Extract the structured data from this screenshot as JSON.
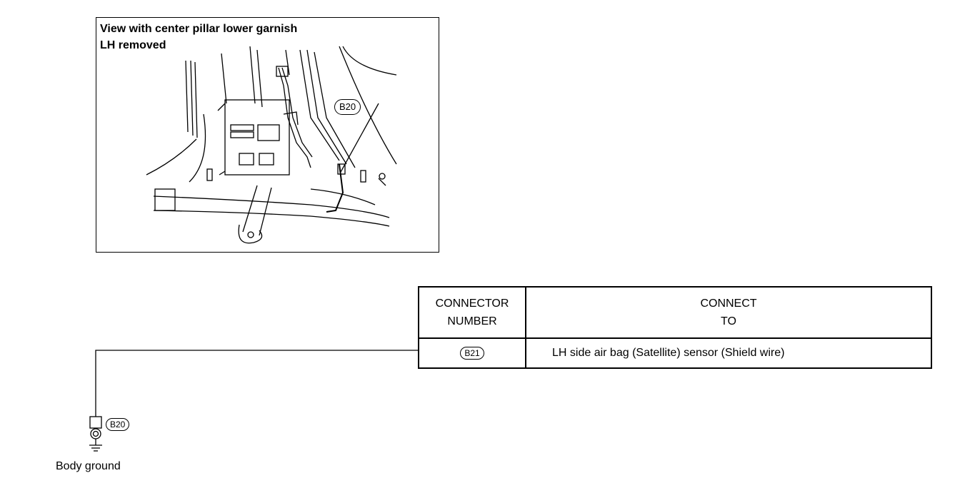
{
  "view": {
    "caption_line1": "View with center pillar lower garnish",
    "caption_line2": "LH removed",
    "callout": "B20"
  },
  "table": {
    "header_number_line1": "CONNECTOR",
    "header_number_line2": "NUMBER",
    "header_connect_line1": "CONNECT",
    "header_connect_line2": "TO",
    "rows": [
      {
        "number": "B21",
        "connect_to": "LH side air bag (Satellite) sensor (Shield wire)"
      }
    ]
  },
  "ground": {
    "connector": "B20",
    "label": "Body ground"
  }
}
